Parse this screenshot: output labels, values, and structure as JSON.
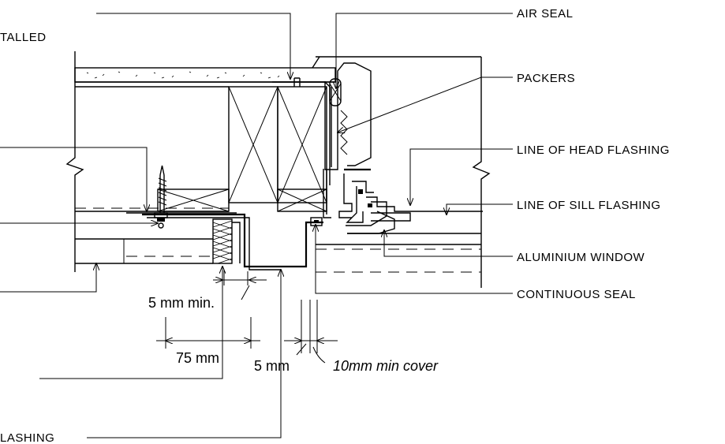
{
  "labels": {
    "air_seal": "AIR SEAL",
    "packers": "PACKERS",
    "line_of_head_flashing": "LINE OF HEAD FLASHING",
    "line_of_sill_flashing": "LINE OF SILL FLASHING",
    "aluminium_window": "ALUMINIUM WINDOW",
    "continuous_seal": "CONTINUOUS SEAL",
    "installed_cut": "TALLED",
    "flashing_cut": "LASHING"
  },
  "dimensions": {
    "min_5mm": "5 mm min.",
    "d75mm": "75 mm",
    "d5mm": "5 mm",
    "cover_10mm": "10mm min cover"
  }
}
